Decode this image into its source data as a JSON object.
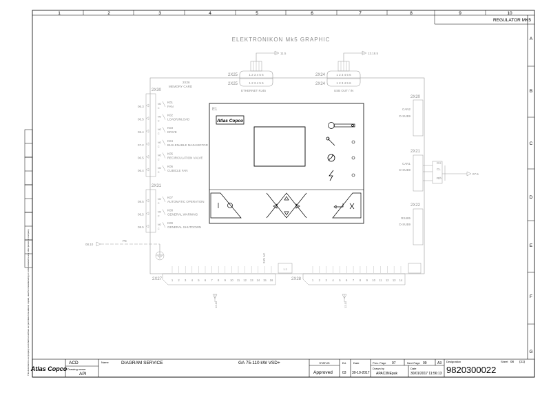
{
  "header": {
    "title": "REGULATOR MK5",
    "columns": [
      "1",
      "2",
      "3",
      "4",
      "5",
      "6",
      "7",
      "8",
      "9",
      "10"
    ],
    "rows": [
      "A",
      "B",
      "C",
      "D",
      "E",
      "F",
      "G"
    ]
  },
  "diagram": {
    "title": "ELEKTRONIKON Mk5 GRAPHIC",
    "ethernet": {
      "ref": "11.5",
      "connector_top": "2X25",
      "connector_bottom": "2X25",
      "pins": "1 2 3 4 5 6",
      "label": "ETHERNET RJ45"
    },
    "usb": {
      "ref": "13.18.5",
      "connector_top": "2X24",
      "connector_bottom": "2X24",
      "pins": "1 2 3 4 5 6",
      "label": "USB OUT / IN"
    },
    "memory_card": {
      "connector": "2X26",
      "label": "MEMORY CARD"
    },
    "main_unit": {
      "label": "E1",
      "logo": "Atlas Copco"
    },
    "x30": {
      "connector": "2X30",
      "relays": [
        {
          "ref": "06.3",
          "code": "K01",
          "name": "FAN"
        },
        {
          "ref": "06.5",
          "code": "K02",
          "name": "LOAD/UNLOAD"
        },
        {
          "ref": "06.4",
          "code": "K03",
          "name": "DRIVE"
        },
        {
          "ref": "07.2",
          "code": "K04",
          "name": "BUS-ENABLE MAIN MOTOR"
        },
        {
          "ref": "06.5",
          "code": "K05",
          "name": "RECIRCULATION VALVE"
        },
        {
          "ref": "06.4",
          "code": "K06",
          "name": "CUBICLE FAN"
        }
      ],
      "contact_labels": [
        "NO",
        "C"
      ]
    },
    "x31": {
      "connector": "2X31",
      "relays": [
        {
          "ref": "08.5",
          "code": "K07",
          "name": "AUTOMATIC OPERATION"
        },
        {
          "ref": "08.5",
          "code": "K08",
          "name": "GENERAL WARNING"
        },
        {
          "ref": "08.5",
          "code": "K09",
          "name": "GENERAL SHUTDOWN"
        }
      ]
    },
    "x20": {
      "connector": "2X20",
      "line1": "CAN2",
      "line2": "D-SUB9"
    },
    "x21": {
      "connector": "2X21",
      "line1": "CAN1",
      "line2": "D-SUB9",
      "signals": [
        "CH",
        "CL",
        "Rth"
      ],
      "ref": "07.5"
    },
    "x22": {
      "connector": "2X22",
      "line1": "RS485",
      "line2": "D-SUB9"
    },
    "ground": {
      "ref": "08.10",
      "wire": "PE"
    },
    "supply": {
      "label": "24V AC",
      "pins": "1 2"
    },
    "x27": {
      "connector": "2X27",
      "pins": [
        "1",
        "2",
        "3",
        "4",
        "5",
        "6",
        "7",
        "8",
        "9",
        "10",
        "11",
        "12",
        "13",
        "14",
        "15",
        "16"
      ],
      "ref": "12.10"
    },
    "x28": {
      "connector": "2X28",
      "pins": [
        "1",
        "2",
        "3",
        "4",
        "5",
        "6",
        "7",
        "8",
        "9",
        "10",
        "11",
        "12",
        "13",
        "14"
      ],
      "ref": "12.10"
    }
  },
  "title_block": {
    "logo": "Atlas Copco",
    "company": "ACD",
    "drawing_owner_label": "Drawing owner",
    "drawing_owner": "API",
    "name_label": "Name",
    "name": "DIAGRAM SERVICE",
    "product": "GA 75-110 kW VSD+",
    "status_label": "STATUS",
    "status": "Approved",
    "ed_label": "Ed.",
    "ed": "03",
    "date_label": "Date",
    "date": "30-10-2017",
    "prev_page_label": "Prev. Page",
    "prev_page": "07",
    "next_page_label": "Next Page",
    "next_page": "09",
    "size": "A3",
    "drawn_by_label": "Drawn by",
    "drawn_by": "APAC3NEpuk",
    "date2_label": "Date",
    "date2": "30/01/2017 11:56:13",
    "designation_label": "Designation",
    "designation": "9820300022",
    "sheet_label": "Sheet",
    "sheet": "08",
    "sheet_total": "(21)"
  },
  "side_note": "This document is our property and shall not without our permission be altered, copied, used for manufacturing or communicated to any other person or company."
}
